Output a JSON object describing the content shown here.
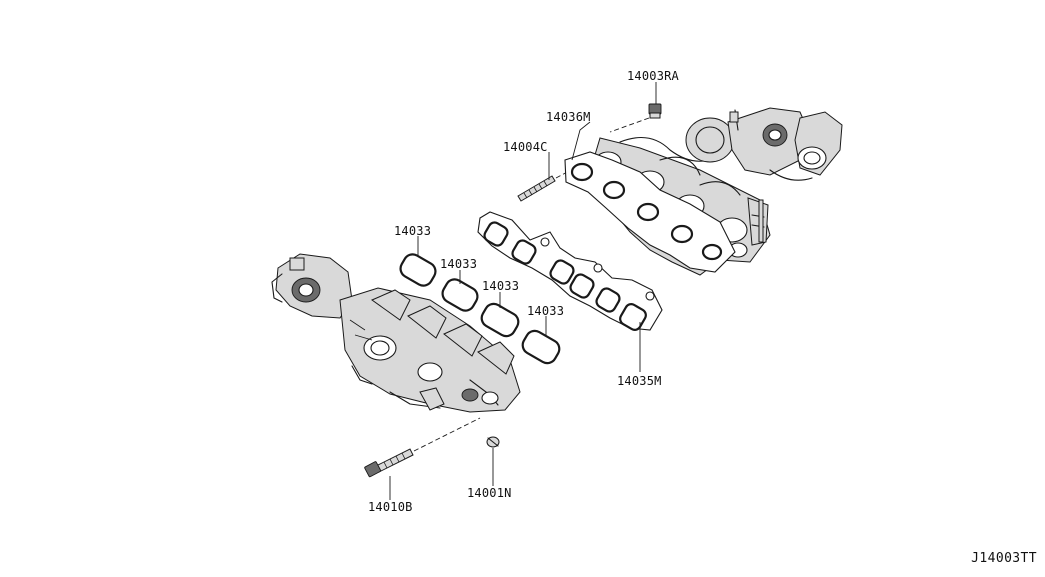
{
  "diagram": {
    "callouts": [
      {
        "id": "14003RA",
        "label": "14003RA"
      },
      {
        "id": "14036M",
        "label": "14036M"
      },
      {
        "id": "14004C",
        "label": "14004C"
      },
      {
        "id": "14033a",
        "label": "14033"
      },
      {
        "id": "14033b",
        "label": "14033"
      },
      {
        "id": "14033c",
        "label": "14033"
      },
      {
        "id": "14033d",
        "label": "14033"
      },
      {
        "id": "14035M",
        "label": "14035M"
      },
      {
        "id": "14010B",
        "label": "14010B"
      },
      {
        "id": "14001N",
        "label": "14001N"
      }
    ],
    "figure_code": "J14003TT"
  }
}
